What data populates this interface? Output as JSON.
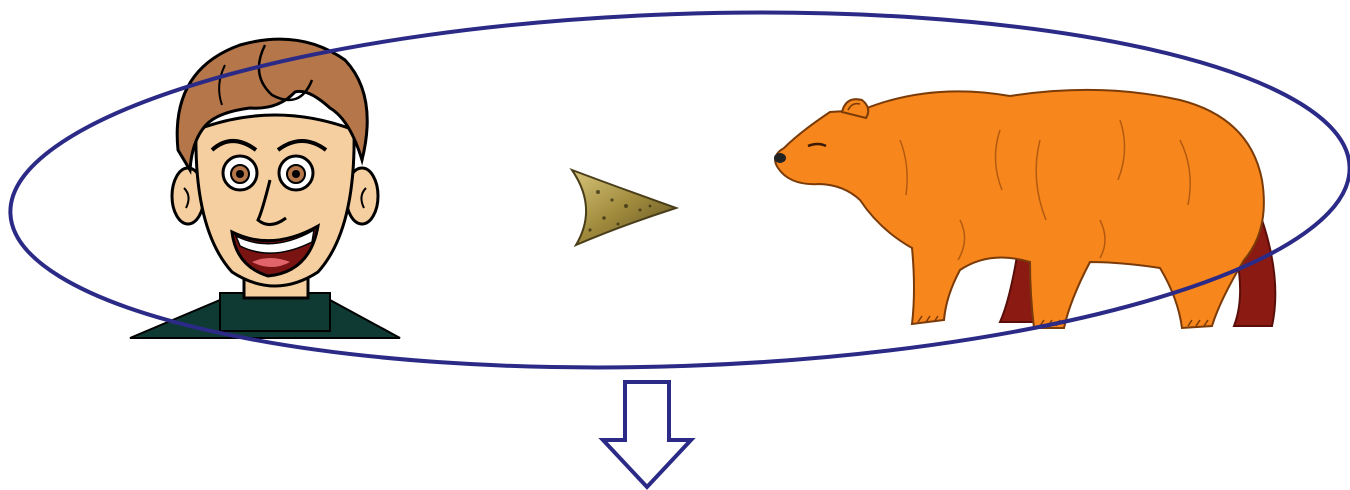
{
  "diagram": {
    "elements": [
      {
        "name": "man-face-icon",
        "role": "subject",
        "description_icon": "cartoon-man-face"
      },
      {
        "name": "arrowhead-icon",
        "role": "relation",
        "description_icon": "stone-arrowhead"
      },
      {
        "name": "bear-icon",
        "role": "object",
        "description_icon": "orange-bear"
      },
      {
        "name": "down-arrow-icon",
        "role": "result",
        "description_icon": "hollow-down-arrow"
      }
    ],
    "colors": {
      "ellipse_stroke": "#2b2a86",
      "arrow_stroke": "#2b2a86",
      "bear_fur": "#f7861c",
      "bear_shadow": "#8b1a12",
      "skin": "#f6cfa0",
      "hair": "#b5764a",
      "shirt": "#0f3a33",
      "arrowhead": "#b8a14a"
    }
  }
}
